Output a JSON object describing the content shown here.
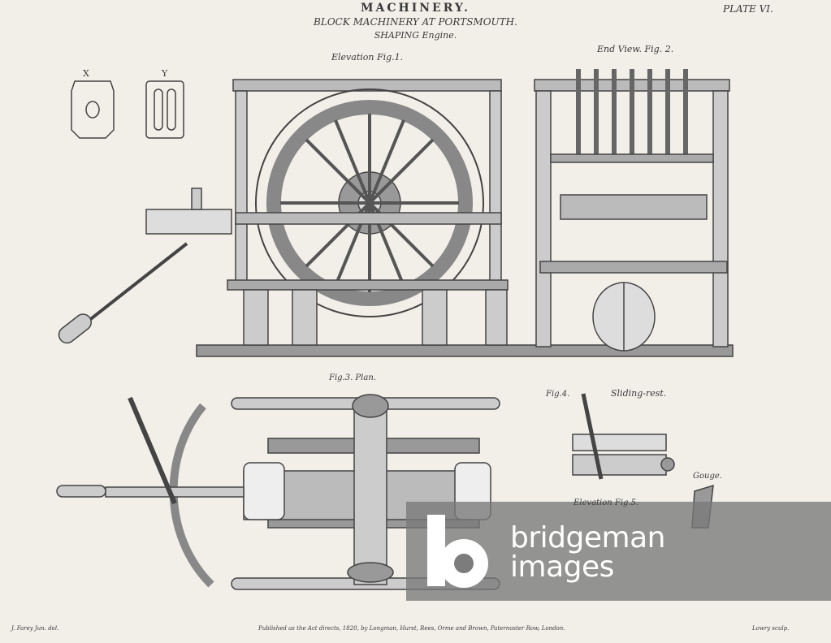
{
  "plate": {
    "title": "MACHINERY.",
    "subtitle": "BLOCK MACHINERY AT PORTSMOUTH.",
    "subject": "SHAPING Engine.",
    "plate_number": "PLATE VI."
  },
  "figures": {
    "fig1": "Elevation Fig.1.",
    "fig2": "End View. Fig. 2.",
    "fig3": "Fig.3. Plan.",
    "fig4": "Fig.4.",
    "fig4_caption": "Sliding-rest.",
    "gouge": "Gouge.",
    "fig5": "Elevation Fig.5.",
    "x": "X",
    "y": "Y"
  },
  "footer": {
    "draftsman": "J. Farey Jun. del.",
    "publisher": "Published as the Act directs, 1820, by Longman, Hurst, Rees, Orme and Brown, Paternoster Row, London.",
    "engraver": "Lowry sculp."
  },
  "watermark": {
    "line1": "bridgeman",
    "line2": "images"
  },
  "colors": {
    "paper": "#f2efe9",
    "ink": "#3a3a3a",
    "watermark": "#787878"
  }
}
